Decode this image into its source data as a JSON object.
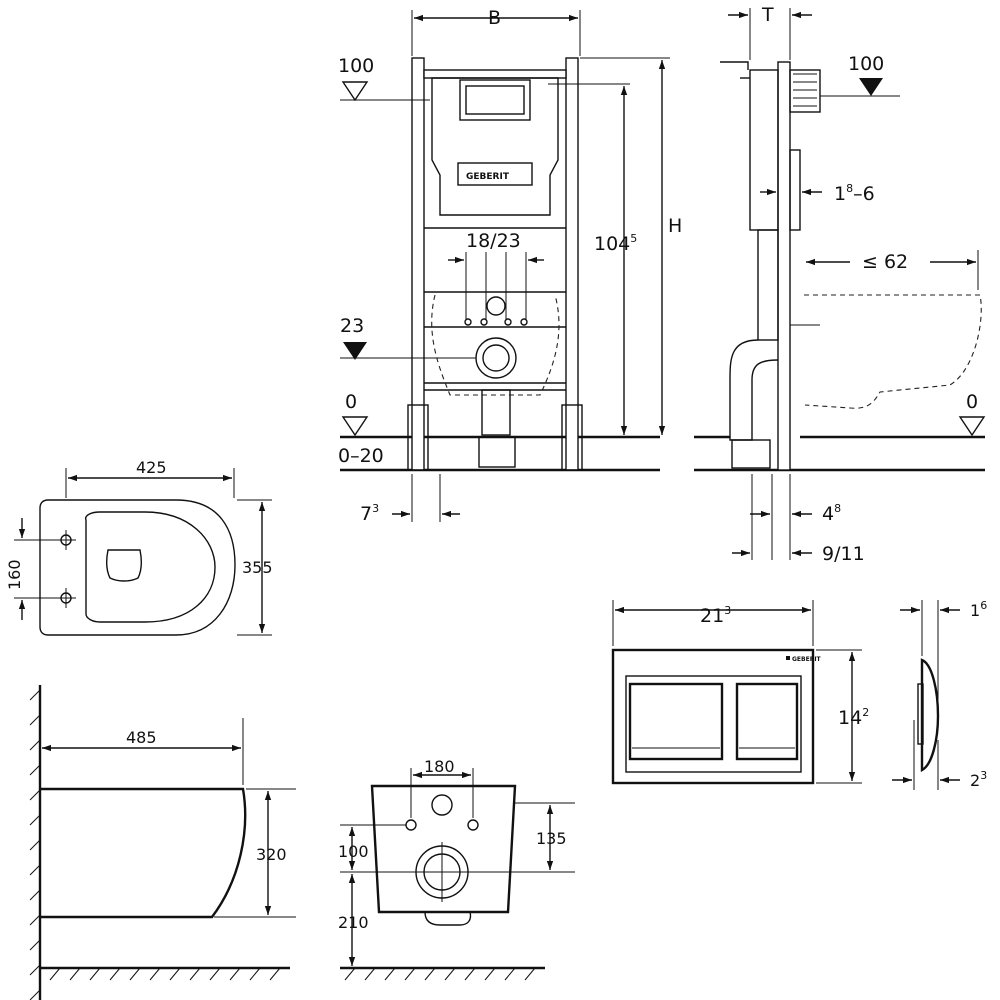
{
  "frame_front": {
    "width_label": "B",
    "level_top": "100",
    "height_1045": "104",
    "height_1045_sup": "5",
    "height_label": "H",
    "spacing": "18/23",
    "level_23": "23",
    "level_0": "0",
    "range": "0–20",
    "offset_73": "7",
    "offset_73_sup": "3",
    "brand": "GEBERIT"
  },
  "frame_side": {
    "depth_label": "T",
    "level_top": "100",
    "range_186": "1",
    "range_186_sup": "8",
    "range_186_tail": "–6",
    "max_62": "≤ 62",
    "level_0": "0",
    "offset_48": "4",
    "offset_48_sup": "8",
    "range_911": "9/11"
  },
  "bowl_top": {
    "width": "425",
    "depth": "355",
    "holes": "160"
  },
  "bowl_side": {
    "length": "485",
    "height": "320"
  },
  "bowl_back": {
    "holes": "180",
    "offset_100": "100",
    "height_135": "135",
    "height_210": "210"
  },
  "plate_front": {
    "width": "21",
    "width_sup": "3",
    "height": "14",
    "height_sup": "2",
    "brand": "GEBERIT"
  },
  "plate_side": {
    "depth_top": "1",
    "depth_top_sup": "6",
    "depth_bottom": "2",
    "depth_bottom_sup": "3"
  }
}
